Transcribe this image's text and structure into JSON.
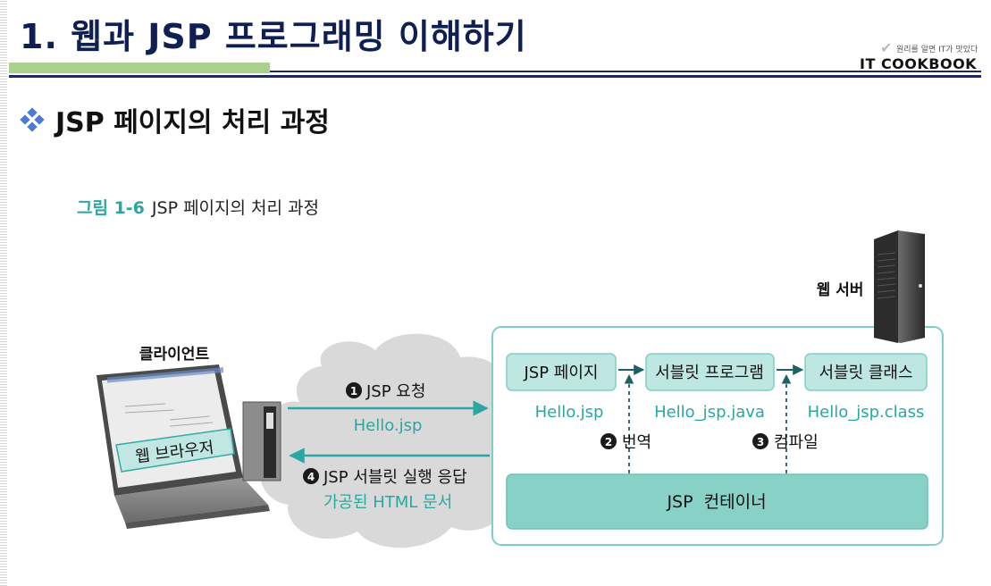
{
  "slide_title": "1. 웹과 JSP 프로그래밍 이해하기",
  "logo": {
    "tagline": "원리를 알면 IT가 맛있다",
    "name": "IT COOKBOOK"
  },
  "subheading": "JSP 페이지의 처리 과정",
  "figure": {
    "number": "그림 1-6",
    "caption": "JSP 페이지의 처리 과정",
    "web_server_label": "웹 서버",
    "client_label": "클라이언트",
    "browser_label": "웹 브라우저",
    "request": {
      "step": "1",
      "label": "JSP 요청",
      "file": "Hello.jsp"
    },
    "response": {
      "step": "4",
      "label": "JSP 서블릿 실행 응답",
      "detail": "가공된 HTML 문서"
    },
    "boxes": {
      "jsp_page": "JSP 페이지",
      "servlet_program": "서블릿 프로그램",
      "servlet_class": "서블릿 클래스",
      "container": "JSP  컨테이너"
    },
    "files": {
      "jsp": "Hello.jsp",
      "java": "Hello_jsp.java",
      "class": "Hello_jsp.class"
    },
    "translate": {
      "step": "2",
      "label": "번역"
    },
    "compile": {
      "step": "3",
      "label": "컴파일"
    }
  },
  "colors": {
    "teal": "#2aa7a1",
    "box_fill": "#bfe7e2",
    "container_fill": "#88d1c6",
    "title_navy": "#0f1f52",
    "cloud": "#d9d9d9"
  }
}
